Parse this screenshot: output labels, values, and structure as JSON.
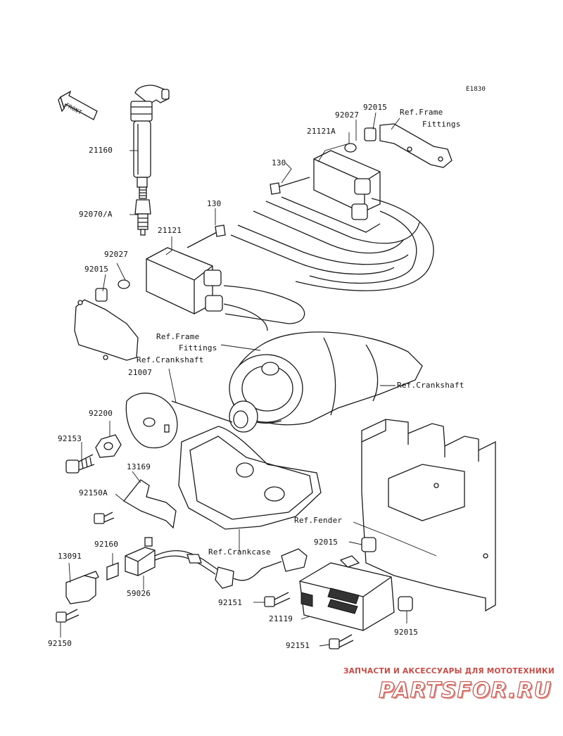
{
  "diagram_code": "E1830",
  "front_arrow_label": "FRONT",
  "part_labels": [
    {
      "id": "21160",
      "text": "21160"
    },
    {
      "id": "92070a",
      "text": "92070/A"
    },
    {
      "id": "130a",
      "text": "130"
    },
    {
      "id": "130b",
      "text": "130"
    },
    {
      "id": "21121",
      "text": "21121"
    },
    {
      "id": "21121a",
      "text": "21121A"
    },
    {
      "id": "92027a",
      "text": "92027"
    },
    {
      "id": "92027b",
      "text": "92027"
    },
    {
      "id": "92015a",
      "text": "92015"
    },
    {
      "id": "92015b",
      "text": "92015"
    },
    {
      "id": "92015c",
      "text": "92015"
    },
    {
      "id": "92015d",
      "text": "92015"
    },
    {
      "id": "21007",
      "text": "21007"
    },
    {
      "id": "92200",
      "text": "92200"
    },
    {
      "id": "92153",
      "text": "92153"
    },
    {
      "id": "13169",
      "text": "13169"
    },
    {
      "id": "92150a",
      "text": "92150A"
    },
    {
      "id": "92160",
      "text": "92160"
    },
    {
      "id": "13091",
      "text": "13091"
    },
    {
      "id": "59026",
      "text": "59026"
    },
    {
      "id": "92150",
      "text": "92150"
    },
    {
      "id": "92151a",
      "text": "92151"
    },
    {
      "id": "92151b",
      "text": "92151"
    },
    {
      "id": "21119",
      "text": "21119"
    }
  ],
  "references": {
    "frame_fittings_top_1": "Ref.Frame",
    "frame_fittings_top_2": "Fittings",
    "frame_fittings_mid_1": "Ref.Frame",
    "frame_fittings_mid_2": "Fittings",
    "crankshaft_left": "Ref.Crankshaft",
    "crankshaft_right": "Ref.Crankshaft",
    "fender": "Ref.Fender",
    "crankcase": "Ref.Crankcase"
  },
  "watermark": {
    "tagline": "ЗАПЧАСТИ И АКСЕССУАРЫ ДЛЯ МОТОТЕХНИКИ",
    "logo": "PARTSFOR.RU"
  },
  "colors": {
    "line": "#1a1a1a",
    "watermark_red": "#cc4a44"
  }
}
